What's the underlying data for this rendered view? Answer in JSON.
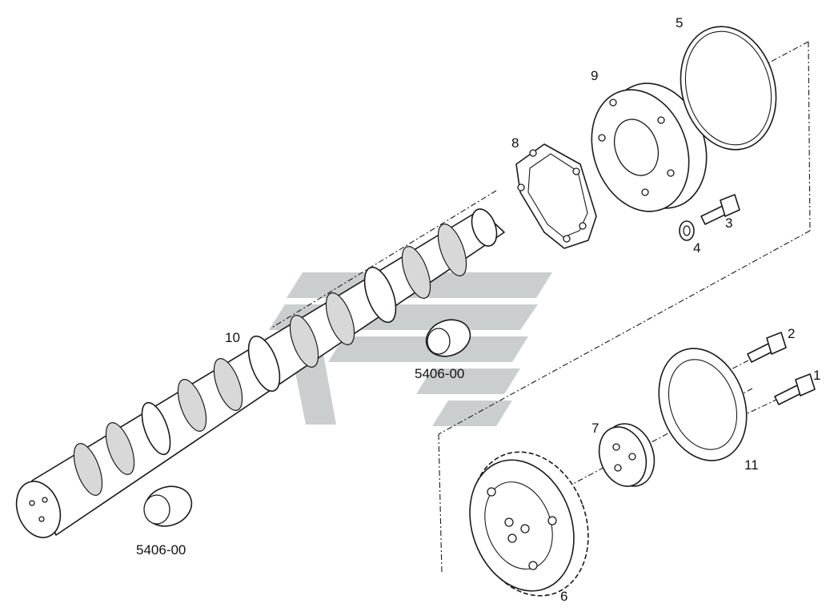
{
  "labels": {
    "p1": "1",
    "p2": "2",
    "p3": "3",
    "p4": "4",
    "p5": "5",
    "p6": "6",
    "p7": "7",
    "p8": "8",
    "p9": "9",
    "p10": "10",
    "p11": "11",
    "bush_a": "5406-00",
    "bush_b": "5406-00"
  },
  "colors": {
    "line": "#1a1a1a",
    "watermark": "#b9bdbf",
    "background": "#ffffff"
  }
}
